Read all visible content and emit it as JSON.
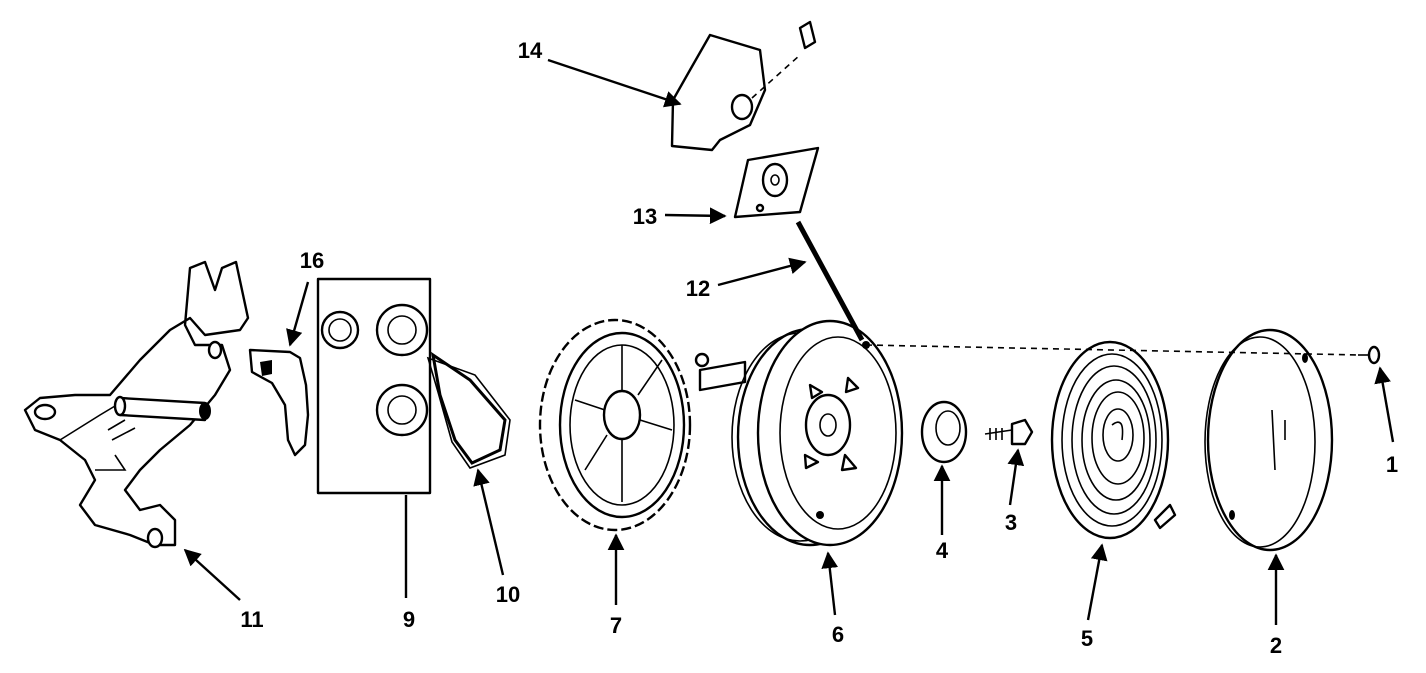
{
  "callouts": [
    {
      "id": "1",
      "label": "1"
    },
    {
      "id": "2",
      "label": "2"
    },
    {
      "id": "3",
      "label": "3"
    },
    {
      "id": "4",
      "label": "4"
    },
    {
      "id": "5",
      "label": "5"
    },
    {
      "id": "6",
      "label": "6"
    },
    {
      "id": "7",
      "label": "7"
    },
    {
      "id": "9",
      "label": "9"
    },
    {
      "id": "10",
      "label": "10"
    },
    {
      "id": "11",
      "label": "11"
    },
    {
      "id": "12",
      "label": "12"
    },
    {
      "id": "13",
      "label": "13"
    },
    {
      "id": "14",
      "label": "14"
    },
    {
      "id": "16",
      "label": "16"
    }
  ],
  "theme": {
    "ink": "#000000",
    "paper": "#ffffff"
  }
}
